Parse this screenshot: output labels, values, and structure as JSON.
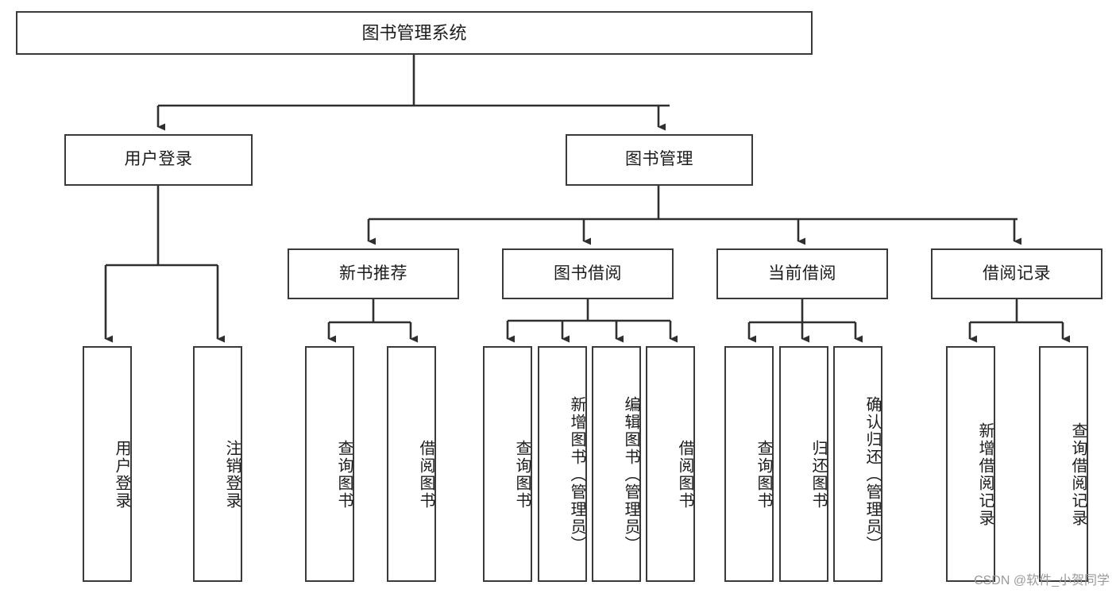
{
  "diagram": {
    "type": "tree-hierarchy-chart",
    "title": "图书管理系统",
    "colors": {
      "box_border": "#3a3a3a",
      "box_fill": "#ffffff",
      "connector": "#2f2f2f",
      "text": "#1c1c1c",
      "watermark": "#9a9a9a",
      "background": "#ffffff"
    },
    "root": {
      "label": "图书管理系统"
    },
    "level2": [
      {
        "label": "用户登录"
      },
      {
        "label": "图书管理"
      }
    ],
    "level3": [
      {
        "label": "新书推荐"
      },
      {
        "label": "图书借阅"
      },
      {
        "label": "当前借阅"
      },
      {
        "label": "借阅记录"
      }
    ],
    "leaves": {
      "user_login": [
        {
          "label": "用户登录"
        },
        {
          "label": "注销登录"
        }
      ],
      "new_book_recommend": [
        {
          "label": "查询图书"
        },
        {
          "label": "借阅图书"
        }
      ],
      "book_borrow": [
        {
          "label": "查询图书"
        },
        {
          "label": "新增图书（管理员）"
        },
        {
          "label": "编辑图书（管理员）"
        },
        {
          "label": "借阅图书"
        }
      ],
      "current_borrow": [
        {
          "label": "查询图书"
        },
        {
          "label": "归还图书"
        },
        {
          "label": "确认归还（管理员）"
        }
      ],
      "borrow_record": [
        {
          "label": "新增借阅记录"
        },
        {
          "label": "查询借阅记录"
        }
      ]
    }
  },
  "watermark": {
    "text": "CSDN @软件_小贺同学"
  }
}
